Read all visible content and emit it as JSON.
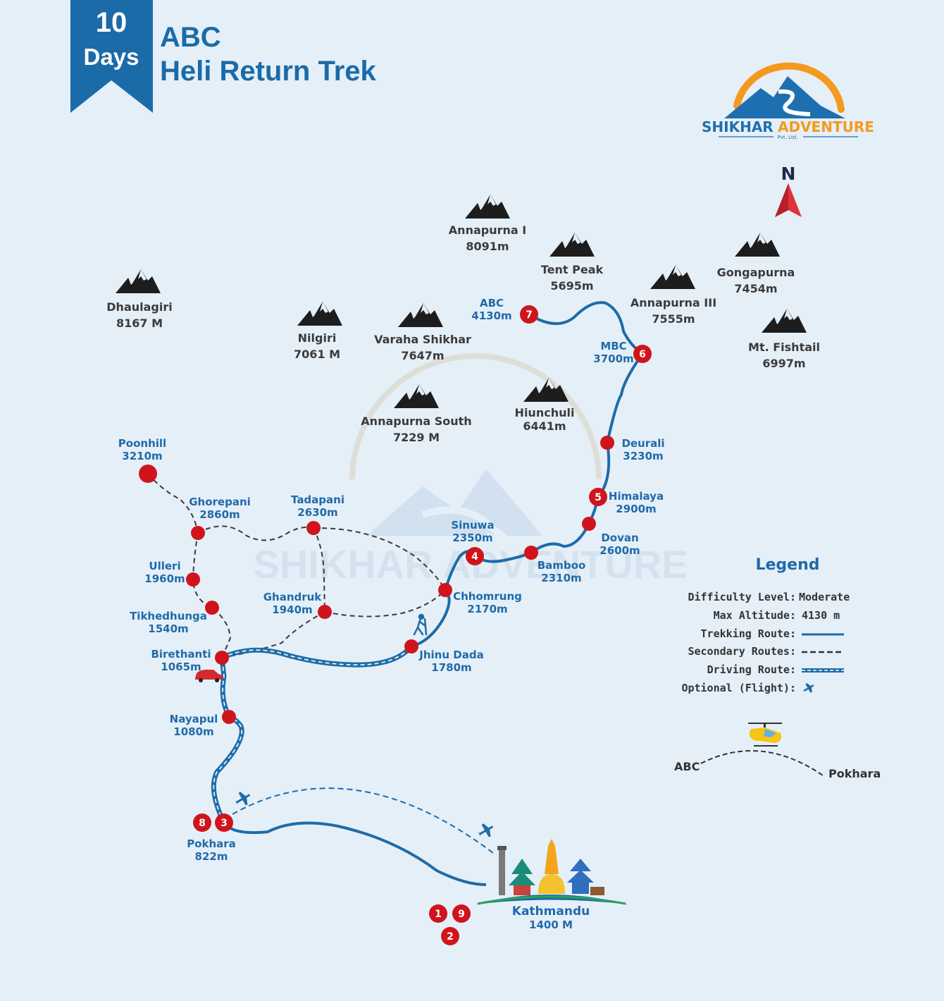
{
  "header": {
    "days_number": "10",
    "days_label": "Days",
    "title_line1": "ABC",
    "title_line2": "Heli Return Trek"
  },
  "logo": {
    "word1": "SHIKHAR",
    "word2": "ADVENTURE",
    "subtitle": "Pvt. Ltd."
  },
  "watermark": {
    "text": "SHIKHAR ADVENTURE"
  },
  "compass": {
    "label": "N"
  },
  "peaks": [
    {
      "name": "Annapurna I",
      "altitude": "8091m"
    },
    {
      "name": "Tent Peak",
      "altitude": "5695m"
    },
    {
      "name": "Gongapurna",
      "altitude": "7454m"
    },
    {
      "name": "Annapurna III",
      "altitude": "7555m"
    },
    {
      "name": "Mt. Fishtail",
      "altitude": "6997m"
    },
    {
      "name": "Dhaulagiri",
      "altitude": "8167 M"
    },
    {
      "name": "Nilgiri",
      "altitude": "7061 M"
    },
    {
      "name": "Varaha Shikhar",
      "altitude": "7647m"
    },
    {
      "name": "Hiunchuli",
      "altitude": "6441m"
    },
    {
      "name": "Annapurna South",
      "altitude": "7229 M"
    }
  ],
  "stations": {
    "abc": {
      "name": "ABC",
      "altitude": "4130m"
    },
    "mbc": {
      "name": "MBC",
      "altitude": "3700m"
    },
    "deurali": {
      "name": "Deurali",
      "altitude": "3230m"
    },
    "himalaya": {
      "name": "Himalaya",
      "altitude": "2900m"
    },
    "dovan": {
      "name": "Dovan",
      "altitude": "2600m"
    },
    "bamboo": {
      "name": "Bamboo",
      "altitude": "2310m"
    },
    "sinuwa": {
      "name": "Sinuwa",
      "altitude": "2350m"
    },
    "chhomrung": {
      "name": "Chhomrung",
      "altitude": "2170m"
    },
    "jhinu_dada": {
      "name": "Jhinu Dada",
      "altitude": "1780m"
    },
    "tadapani": {
      "name": "Tadapani",
      "altitude": "2630m"
    },
    "ghandruk": {
      "name": "Ghandruk",
      "altitude": "1940m"
    },
    "poonhill": {
      "name": "Poonhill",
      "altitude": "3210m"
    },
    "ghorepani": {
      "name": "Ghorepani",
      "altitude": "2860m"
    },
    "ulleri": {
      "name": "Ulleri",
      "altitude": "1960m"
    },
    "tikhedhunga": {
      "name": "Tikhedhunga",
      "altitude": "1540m"
    },
    "birethanti": {
      "name": "Birethanti",
      "altitude": "1065m"
    },
    "nayapul": {
      "name": "Nayapul",
      "altitude": "1080m"
    },
    "pokhara": {
      "name": "Pokhara",
      "altitude": "822m"
    },
    "kathmandu": {
      "name": "Kathmandu",
      "altitude": "1400 M"
    }
  },
  "markers": {
    "d1": "1",
    "d2": "2",
    "d3": "3",
    "d4": "4",
    "d5": "5",
    "d6": "6",
    "d7": "7",
    "d8": "8",
    "d9": "9"
  },
  "legend": {
    "title": "Legend",
    "difficulty_label": "Difficulty Level:",
    "difficulty_value": "Moderate",
    "altitude_label": "Max Altitude:",
    "altitude_value": "4130 m",
    "trekking_label": "Trekking Route:",
    "secondary_label": "Secondary Routes:",
    "driving_label": "Driving Route:",
    "flight_label": "Optional (Flight):"
  },
  "heli": {
    "from": "ABC",
    "to": "Pokhara"
  },
  "colors": {
    "background": "#e5eff8",
    "route_blue": "#1d6ca8",
    "marker_red": "#d0141c",
    "brand_orange": "#f39a1e"
  }
}
